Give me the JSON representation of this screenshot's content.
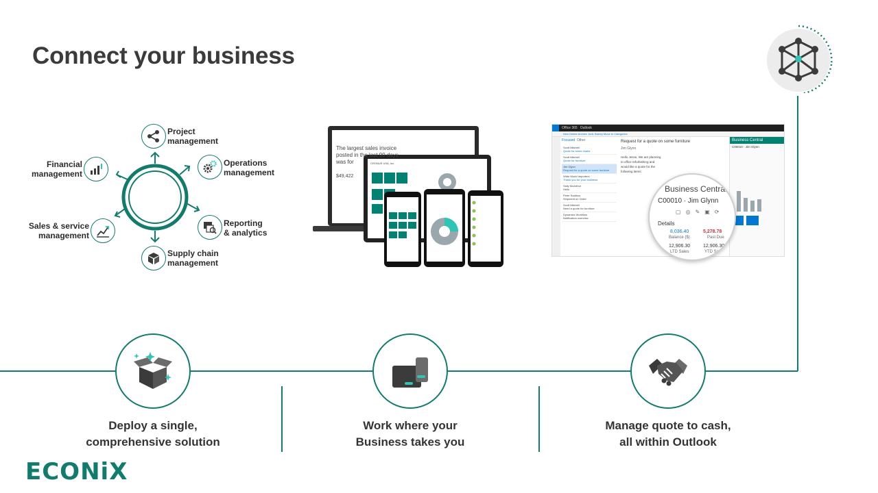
{
  "title": "Connect your business",
  "colors": {
    "accent": "#107c6b",
    "teal_light": "#2ec4b6",
    "dark": "#3b3b3b"
  },
  "cycle": {
    "items": [
      {
        "label_1": "Project",
        "label_2": "management",
        "icon": "share-icon"
      },
      {
        "label_1": "Operations",
        "label_2": "management",
        "icon": "gears-icon"
      },
      {
        "label_1": "Reporting",
        "label_2": "& analytics",
        "icon": "report-icon"
      },
      {
        "label_1": "Supply chain",
        "label_2": "management",
        "icon": "box-icon"
      },
      {
        "label_1": "Sales & service",
        "label_2": "management",
        "icon": "line-chart-icon"
      },
      {
        "label_1": "Financial",
        "label_2": "management",
        "icon": "bar-chart-icon"
      }
    ]
  },
  "devices": {
    "laptop_headline": "The largest sales invoice posted in the last 90 days was for",
    "laptop_amount": "$49,422",
    "tablet_header": "CRONUS USA, Inc."
  },
  "outlook": {
    "topbar_office": "Office 365",
    "topbar_app": "Outlook",
    "ribbon": "New   Delete   Archive   Junk   Sweep   Move to   Categories",
    "focused": "Focused",
    "other": "Other",
    "list": [
      {
        "from": "Scott Mitchell",
        "subject": "Quote for some chairs"
      },
      {
        "from": "Scott Mitchell",
        "subject": "Quote for furniture"
      },
      {
        "from": "Jim Glynn",
        "subject": "Request for a quote on some furniture"
      },
      {
        "from": "Wide World Importers",
        "subject": "Thank you for your business"
      },
      {
        "from": "Sally McArthur",
        "subject": "Hello"
      },
      {
        "from": "Peter Saddow",
        "subject": "Shipment on Order"
      },
      {
        "from": "Scott Mitchell",
        "subject": "Need a quote for furniture"
      },
      {
        "from": "Dynamics Workflow",
        "subject": "Notification overview"
      }
    ],
    "reading_subject": "Request for a quote on some furniture",
    "reading_from": "Jim Glynn",
    "reading_body": "Hello Jesse, We are planning to office refurbishing and would like a quote for the following items:",
    "bc_header": "Business Central",
    "bc_customer": "C00010 · Jim Glynn"
  },
  "magnifier": {
    "title": "Business Central",
    "customer": "C00010 · Jim Glynn",
    "details": "Details",
    "balance_value": "8,036.40",
    "balance_label": "Balance ($)",
    "pastdue_value": "5,278.78",
    "pastdue_label": "Past Due",
    "ytd_value": "12,906.30",
    "ytd_label": "LTD Sales",
    "ytd2_value": "12,906.30",
    "ytd2_label": "YTD Sales"
  },
  "features": [
    {
      "line_1": "Deploy a single,",
      "line_2": "comprehensive solution",
      "icon": "open-box-icon"
    },
    {
      "line_1": "Work where your",
      "line_2": "Business takes you",
      "icon": "devices-icon"
    },
    {
      "line_1": "Manage quote to cash,",
      "line_2": "all within Outlook",
      "icon": "handshake-icon"
    }
  ],
  "logo": "ECONiX"
}
